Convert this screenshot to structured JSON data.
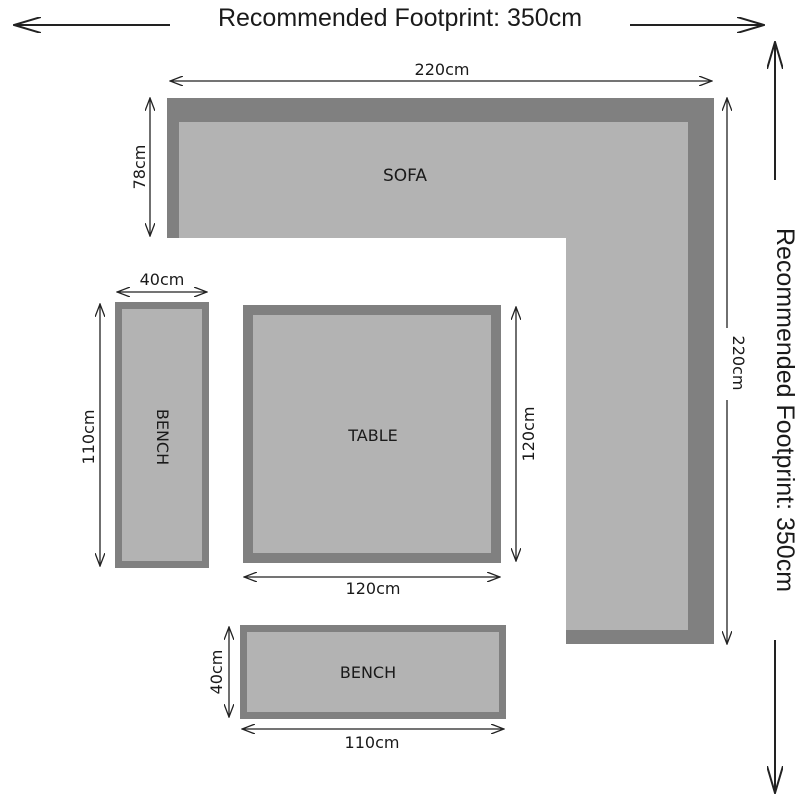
{
  "footprint": {
    "top_label": "Recommended Footprint: 350cm",
    "right_label": "Recommended Footprint: 350cm"
  },
  "sofa": {
    "label": "SOFA",
    "width_label": "220cm",
    "height_label": "220cm",
    "depth_label": "78cm"
  },
  "table": {
    "label": "TABLE",
    "width_label": "120cm",
    "height_label": "120cm"
  },
  "bench_left": {
    "label": "BENCH",
    "width_label": "40cm",
    "length_label": "110cm"
  },
  "bench_bottom": {
    "label": "BENCH",
    "length_label": "110cm",
    "depth_label": "40cm"
  },
  "colors": {
    "frame": "#808080",
    "fill": "#b3b3b3",
    "text": "#1a1a1a",
    "background": "#ffffff"
  }
}
